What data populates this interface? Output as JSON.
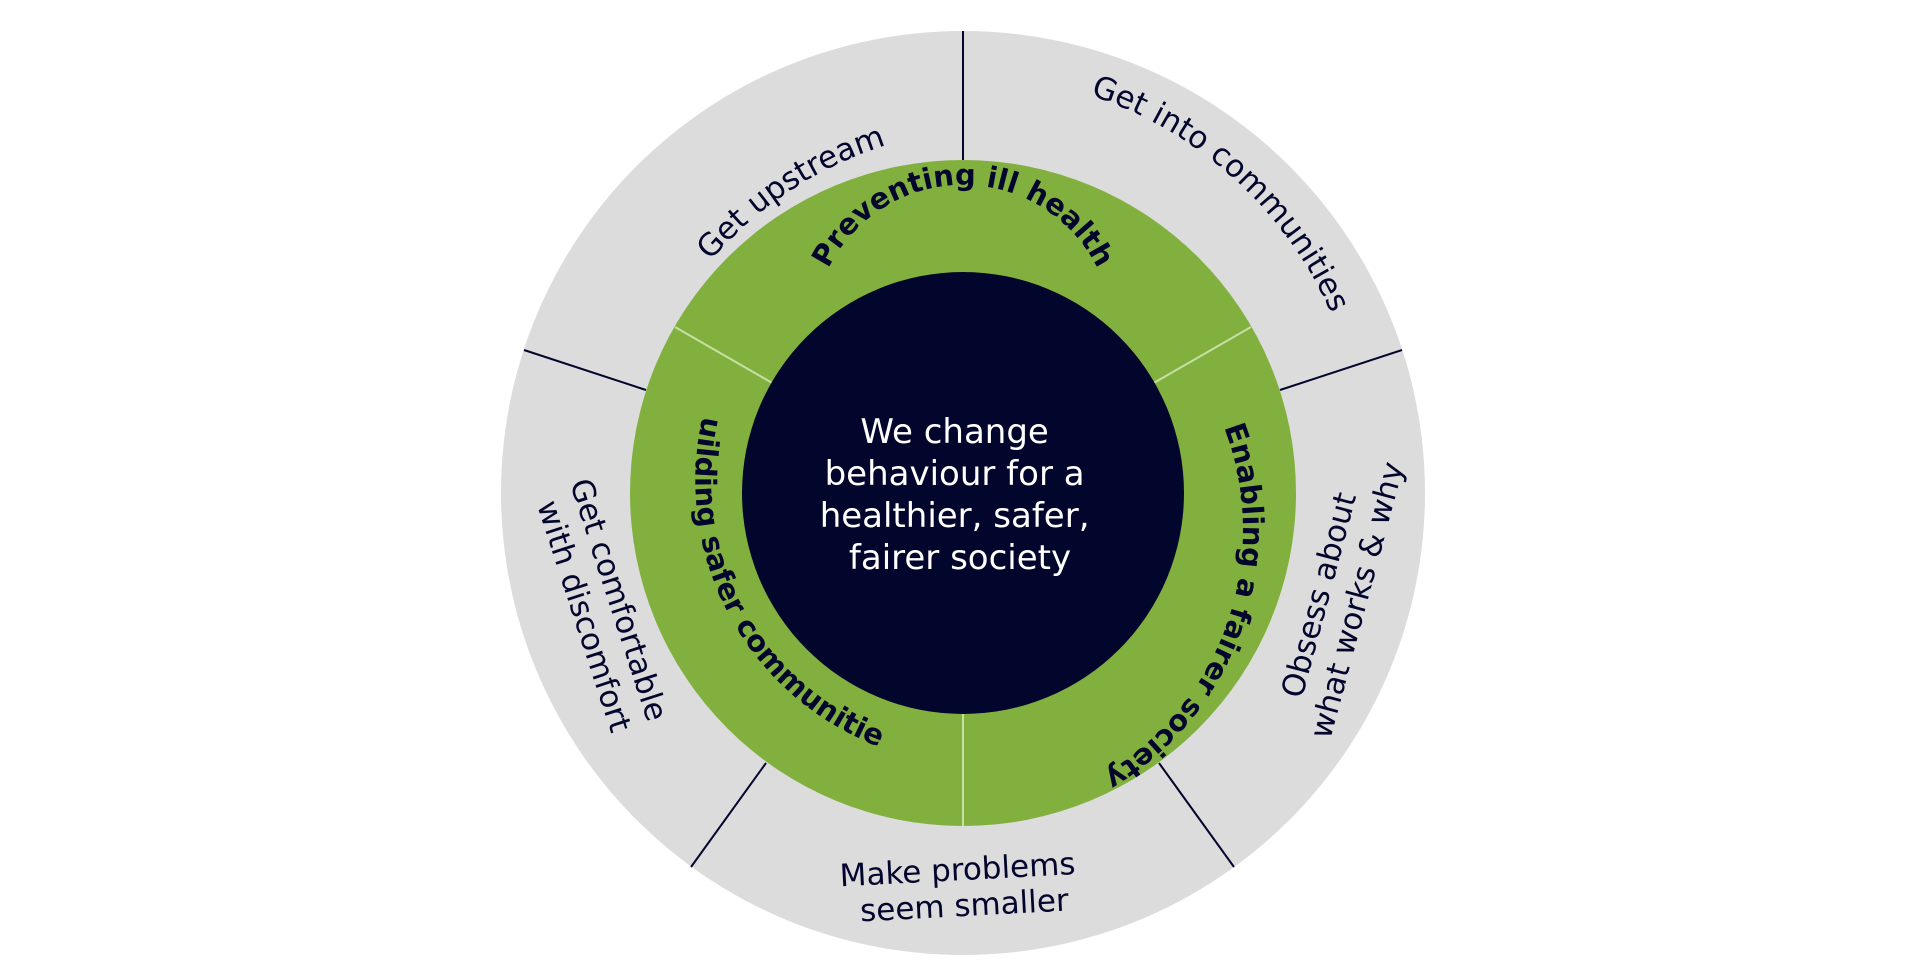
{
  "diagram": {
    "center_text": [
      "We change",
      "behaviour for a",
      "healthier, safer,",
      "fairer society"
    ],
    "middle_ring": [
      {
        "label": "Preventing ill health"
      },
      {
        "label": "Enabling a fairer society"
      },
      {
        "label": "Building safer communities"
      }
    ],
    "outer_ring": [
      {
        "lines": [
          "Get into communities"
        ]
      },
      {
        "lines": [
          "Obsess about",
          "what works & why"
        ]
      },
      {
        "lines": [
          "Make problems",
          "seem smaller"
        ]
      },
      {
        "lines": [
          "Get comfortable",
          "with discomfort"
        ]
      },
      {
        "lines": [
          "Get upstream"
        ]
      }
    ],
    "colors": {
      "outer_ring": "#dcdcdc",
      "middle_ring": "#82b03e",
      "center": "#03062c",
      "text_dark": "#03062c",
      "text_light": "#ffffff",
      "middle_divider": "#c5e0a2"
    }
  }
}
